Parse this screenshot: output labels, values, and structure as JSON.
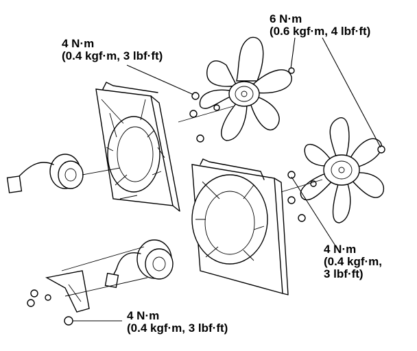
{
  "labels": {
    "top_left": {
      "line1": "4 N·m",
      "line2": "(0.4 kgf·m, 3 lbf·ft)"
    },
    "top_right": {
      "line1": "6 N·m",
      "line2": "(0.6 kgf·m, 4 lbf·ft)"
    },
    "right": {
      "line1": "4 N·m",
      "line2": "(0.4 kgf·m,",
      "line3": "3 lbf·ft)"
    },
    "bottom": {
      "line1": "4 N·m",
      "line2": "(0.4 kgf·m, 3 lbf·ft)"
    }
  }
}
